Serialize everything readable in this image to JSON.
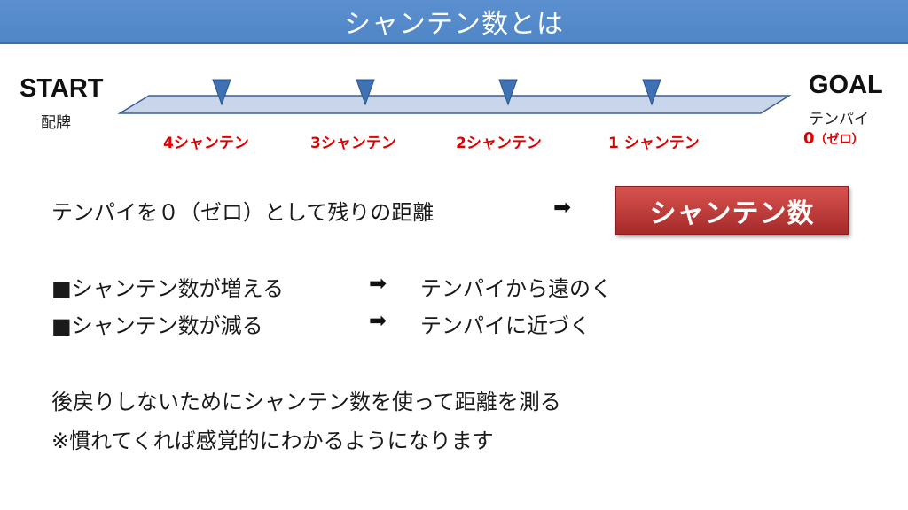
{
  "title": "シャンテン数とは",
  "start": {
    "label": "START",
    "sub": "配牌"
  },
  "goal": {
    "label": "GOAL",
    "sub": "テンパイ",
    "zero_num": "0",
    "zero_paren": "（ゼロ）"
  },
  "steps": [
    {
      "label": "4シャンテン"
    },
    {
      "label": "3シャンテン"
    },
    {
      "label": "2シャンテン"
    },
    {
      "label": "1 シャンテン"
    }
  ],
  "definition": {
    "text": "テンパイを０（ゼロ）として残りの距離",
    "arrow": "➡",
    "badge": "シャンテン数"
  },
  "rules": [
    {
      "bullet": "■",
      "left": "シャンテン数が増える",
      "arrow": "➡",
      "right": "テンパイから遠のく"
    },
    {
      "bullet": "■",
      "left": "シャンテン数が減る",
      "arrow": "➡",
      "right": "テンパイに近づく"
    }
  ],
  "notes": [
    "後戻りしないためにシャンテン数を使って距離を測る",
    "※慣れてくれば感覚的にわかるようになります"
  ],
  "colors": {
    "title_bg": "#4f86c6",
    "track_fill": "#c9d5ea",
    "track_stroke": "#3b5f93",
    "marker": "#3f72b5",
    "accent_red": "#e00000",
    "badge_bg": "#b33a36"
  }
}
